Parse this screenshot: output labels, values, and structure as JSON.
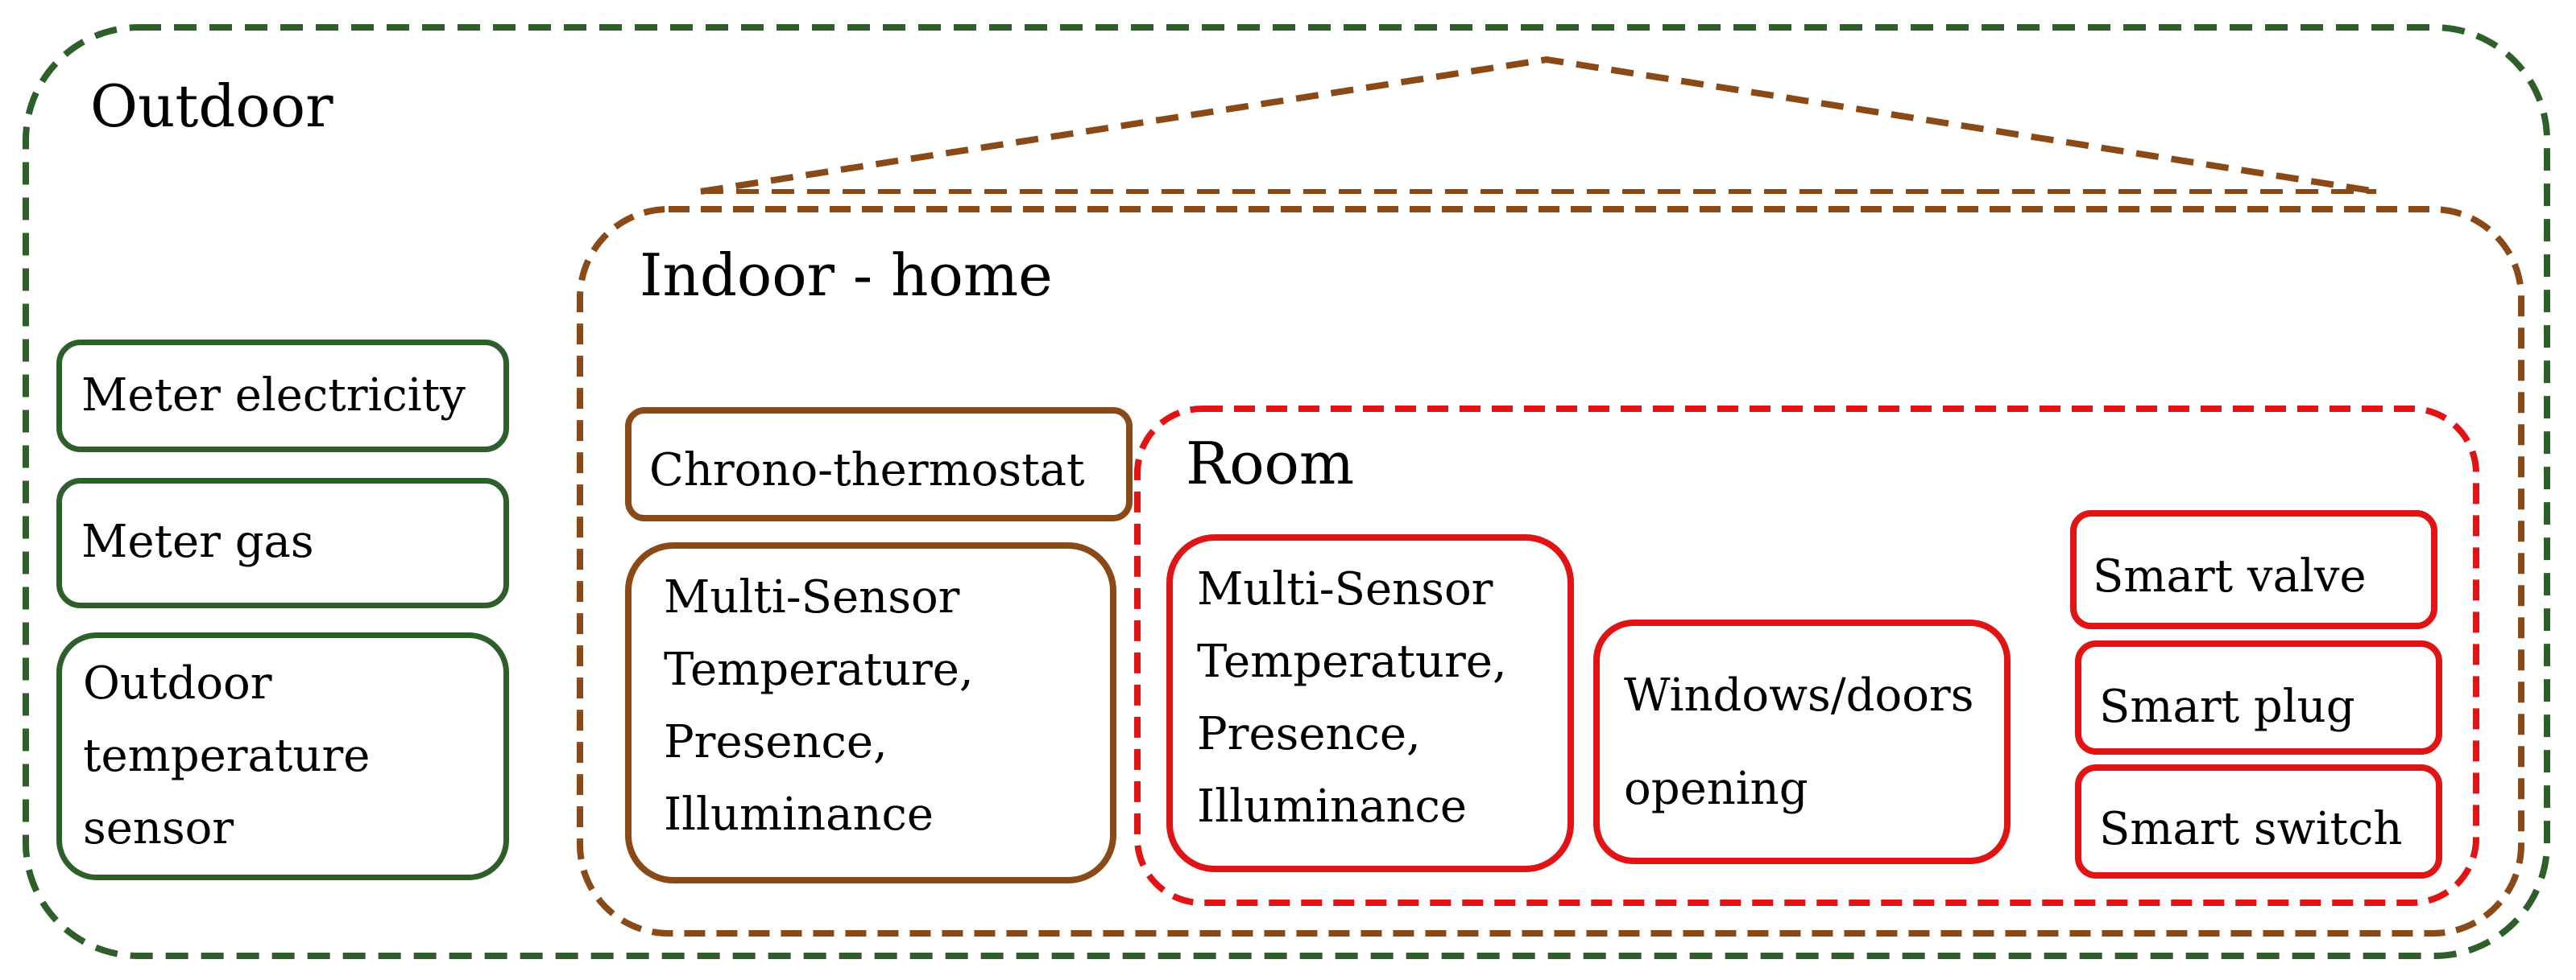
{
  "zones": {
    "outdoor": {
      "title": "Outdoor"
    },
    "indoor": {
      "title": "Indoor - home"
    },
    "room": {
      "title": "Room"
    }
  },
  "devices": {
    "meter_electricity": [
      "Meter electricity"
    ],
    "meter_gas": [
      "Meter gas"
    ],
    "outdoor_temperature_sensor": [
      "Outdoor",
      "temperature",
      "sensor"
    ],
    "chrono_thermostat": [
      "Chrono-thermostat"
    ],
    "indoor_multi_sensor": [
      "Multi-Sensor",
      "Temperature,",
      "Presence,",
      "Illuminance"
    ],
    "room_multi_sensor": [
      "Multi-Sensor",
      "Temperature,",
      "Presence,",
      "Illuminance"
    ],
    "windows_doors": [
      "Windows/doors",
      "opening"
    ],
    "smart_valve": [
      "Smart valve"
    ],
    "smart_plug": [
      "Smart plug"
    ],
    "smart_switch": [
      "Smart switch"
    ]
  },
  "colors": {
    "outdoor": "#2e5e2a",
    "indoor": "#8a4a17",
    "room": "#e01414"
  }
}
